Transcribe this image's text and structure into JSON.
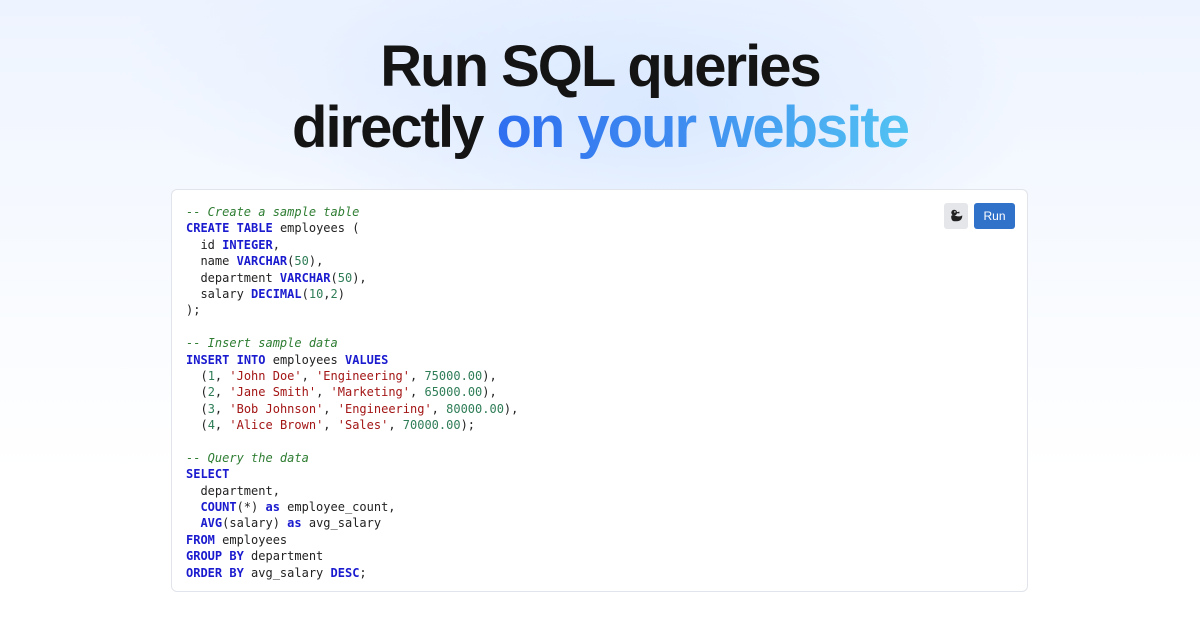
{
  "headline": {
    "line1": "Run SQL queries",
    "line2_plain": "directly ",
    "line2_accent": "on your website"
  },
  "editor": {
    "toolbar": {
      "duck_icon": "duckdb-duck-icon",
      "run_label": "Run",
      "run_color": "#3071c9"
    },
    "code_lines": [
      [
        {
          "t": "cm",
          "v": "-- Create a sample table"
        }
      ],
      [
        {
          "t": "kw",
          "v": "CREATE"
        },
        {
          "t": "p",
          "v": " "
        },
        {
          "t": "kw",
          "v": "TABLE"
        },
        {
          "t": "p",
          "v": " employees ("
        }
      ],
      [
        {
          "t": "p",
          "v": "  id "
        },
        {
          "t": "kw",
          "v": "INTEGER"
        },
        {
          "t": "p",
          "v": ","
        }
      ],
      [
        {
          "t": "p",
          "v": "  name "
        },
        {
          "t": "kw",
          "v": "VARCHAR"
        },
        {
          "t": "p",
          "v": "("
        },
        {
          "t": "num",
          "v": "50"
        },
        {
          "t": "p",
          "v": "),"
        }
      ],
      [
        {
          "t": "p",
          "v": "  department "
        },
        {
          "t": "kw",
          "v": "VARCHAR"
        },
        {
          "t": "p",
          "v": "("
        },
        {
          "t": "num",
          "v": "50"
        },
        {
          "t": "p",
          "v": "),"
        }
      ],
      [
        {
          "t": "p",
          "v": "  salary "
        },
        {
          "t": "kw",
          "v": "DECIMAL"
        },
        {
          "t": "p",
          "v": "("
        },
        {
          "t": "num",
          "v": "10"
        },
        {
          "t": "p",
          "v": ","
        },
        {
          "t": "num",
          "v": "2"
        },
        {
          "t": "p",
          "v": ")"
        }
      ],
      [
        {
          "t": "p",
          "v": ");"
        }
      ],
      [],
      [
        {
          "t": "cm",
          "v": "-- Insert sample data"
        }
      ],
      [
        {
          "t": "kw",
          "v": "INSERT"
        },
        {
          "t": "p",
          "v": " "
        },
        {
          "t": "kw",
          "v": "INTO"
        },
        {
          "t": "p",
          "v": " employees "
        },
        {
          "t": "kw",
          "v": "VALUES"
        }
      ],
      [
        {
          "t": "p",
          "v": "  ("
        },
        {
          "t": "num",
          "v": "1"
        },
        {
          "t": "p",
          "v": ", "
        },
        {
          "t": "str",
          "v": "'John Doe'"
        },
        {
          "t": "p",
          "v": ", "
        },
        {
          "t": "str",
          "v": "'Engineering'"
        },
        {
          "t": "p",
          "v": ", "
        },
        {
          "t": "num",
          "v": "75000.00"
        },
        {
          "t": "p",
          "v": "),"
        }
      ],
      [
        {
          "t": "p",
          "v": "  ("
        },
        {
          "t": "num",
          "v": "2"
        },
        {
          "t": "p",
          "v": ", "
        },
        {
          "t": "str",
          "v": "'Jane Smith'"
        },
        {
          "t": "p",
          "v": ", "
        },
        {
          "t": "str",
          "v": "'Marketing'"
        },
        {
          "t": "p",
          "v": ", "
        },
        {
          "t": "num",
          "v": "65000.00"
        },
        {
          "t": "p",
          "v": "),"
        }
      ],
      [
        {
          "t": "p",
          "v": "  ("
        },
        {
          "t": "num",
          "v": "3"
        },
        {
          "t": "p",
          "v": ", "
        },
        {
          "t": "str",
          "v": "'Bob Johnson'"
        },
        {
          "t": "p",
          "v": ", "
        },
        {
          "t": "str",
          "v": "'Engineering'"
        },
        {
          "t": "p",
          "v": ", "
        },
        {
          "t": "num",
          "v": "80000.00"
        },
        {
          "t": "p",
          "v": "),"
        }
      ],
      [
        {
          "t": "p",
          "v": "  ("
        },
        {
          "t": "num",
          "v": "4"
        },
        {
          "t": "p",
          "v": ", "
        },
        {
          "t": "str",
          "v": "'Alice Brown'"
        },
        {
          "t": "p",
          "v": ", "
        },
        {
          "t": "str",
          "v": "'Sales'"
        },
        {
          "t": "p",
          "v": ", "
        },
        {
          "t": "num",
          "v": "70000.00"
        },
        {
          "t": "p",
          "v": ");"
        }
      ],
      [],
      [
        {
          "t": "cm",
          "v": "-- Query the data"
        }
      ],
      [
        {
          "t": "kw",
          "v": "SELECT"
        }
      ],
      [
        {
          "t": "p",
          "v": "  department,"
        }
      ],
      [
        {
          "t": "p",
          "v": "  "
        },
        {
          "t": "kw",
          "v": "COUNT"
        },
        {
          "t": "p",
          "v": "(*) "
        },
        {
          "t": "kw",
          "v": "as"
        },
        {
          "t": "p",
          "v": " employee_count,"
        }
      ],
      [
        {
          "t": "p",
          "v": "  "
        },
        {
          "t": "kw",
          "v": "AVG"
        },
        {
          "t": "p",
          "v": "(salary) "
        },
        {
          "t": "kw",
          "v": "as"
        },
        {
          "t": "p",
          "v": " avg_salary"
        }
      ],
      [
        {
          "t": "kw",
          "v": "FROM"
        },
        {
          "t": "p",
          "v": " employees"
        }
      ],
      [
        {
          "t": "kw",
          "v": "GROUP"
        },
        {
          "t": "p",
          "v": " "
        },
        {
          "t": "kw",
          "v": "BY"
        },
        {
          "t": "p",
          "v": " department"
        }
      ],
      [
        {
          "t": "kw",
          "v": "ORDER"
        },
        {
          "t": "p",
          "v": " "
        },
        {
          "t": "kw",
          "v": "BY"
        },
        {
          "t": "p",
          "v": " avg_salary "
        },
        {
          "t": "kw",
          "v": "DESC"
        },
        {
          "t": "p",
          "v": ";"
        }
      ]
    ]
  }
}
